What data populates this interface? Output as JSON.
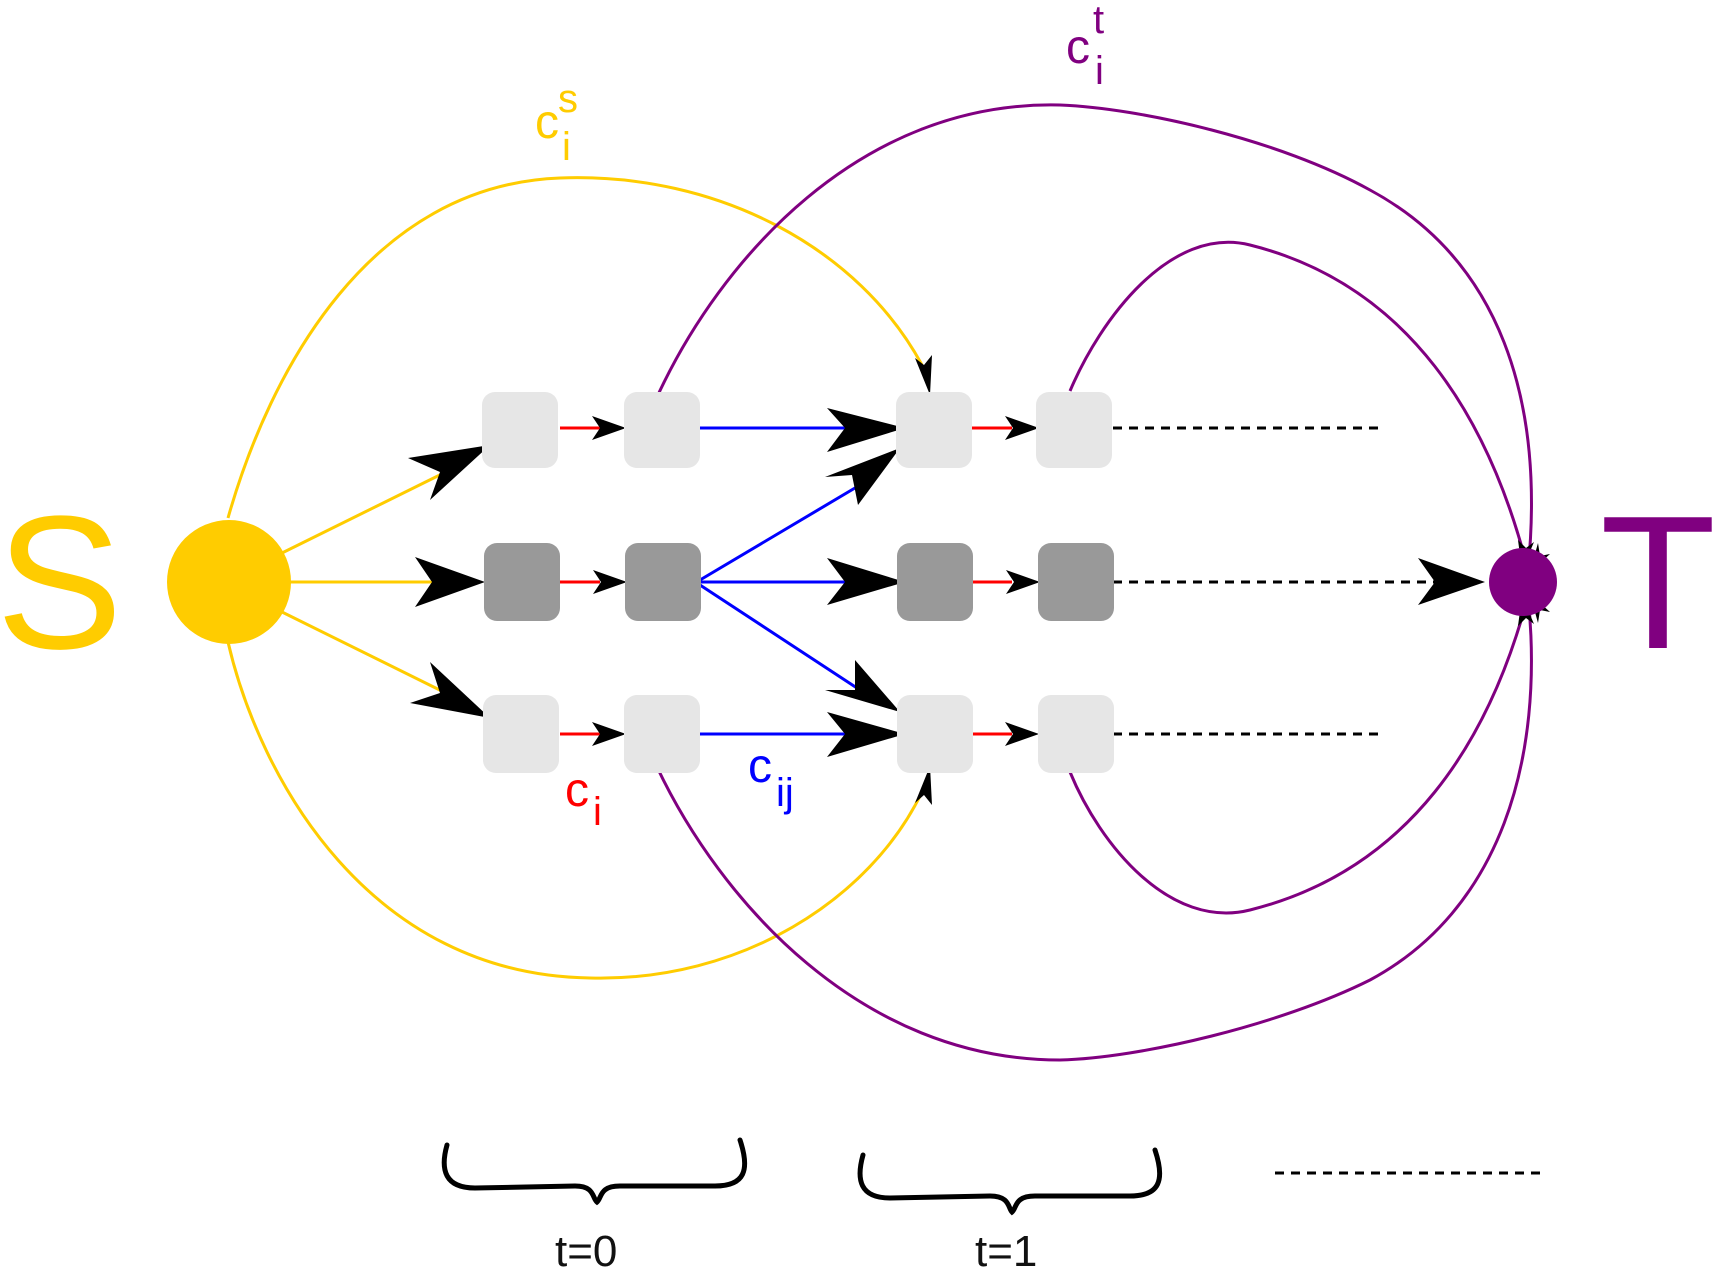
{
  "colors": {
    "source": "#ffcc00",
    "sink": "#800080",
    "internal_edge": "#ff0000",
    "transfer_edge": "#0000ff",
    "node_light": "#e6e6e6",
    "node_dark": "#999999",
    "arrow": "#000000"
  },
  "source": {
    "label": "S"
  },
  "sink": {
    "label": "T"
  },
  "costs": {
    "source_cost": {
      "base": "c",
      "sub": "i",
      "sup": "s"
    },
    "sink_cost": {
      "base": "c",
      "sub": "i",
      "sup": "t"
    },
    "internal_cost": {
      "base": "c",
      "sub": "i"
    },
    "transfer_cost": {
      "base": "c",
      "sub": "ij"
    }
  },
  "time_steps": [
    {
      "label": "t=0"
    },
    {
      "label": "t=1"
    }
  ]
}
